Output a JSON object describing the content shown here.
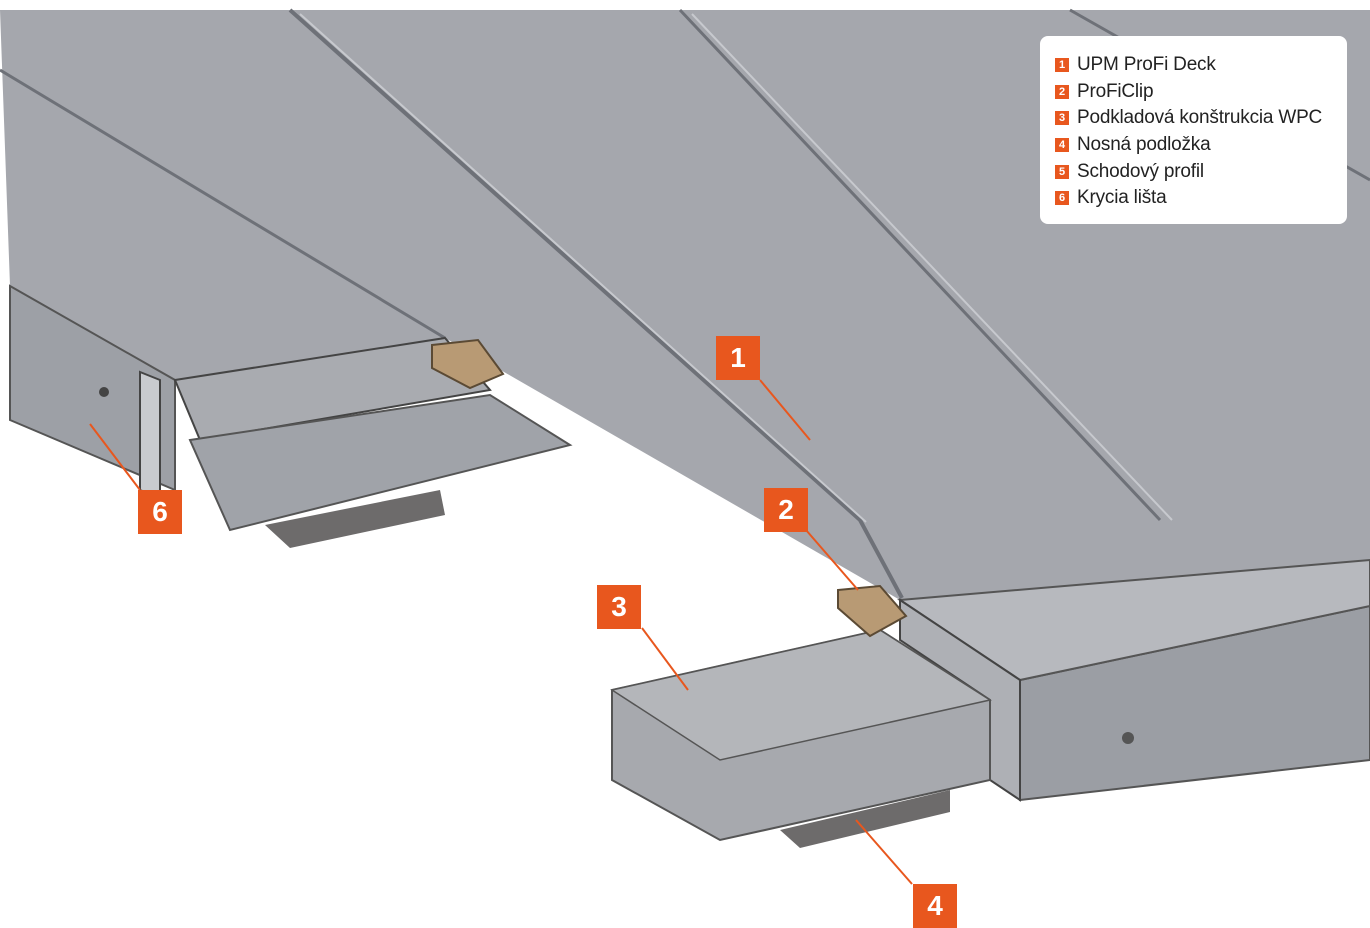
{
  "legend": {
    "items": [
      {
        "num": "1",
        "label": "UPM ProFi Deck"
      },
      {
        "num": "2",
        "label": "ProFiClip"
      },
      {
        "num": "3",
        "label": "Podkladová konštrukcia WPC"
      },
      {
        "num": "4",
        "label": "Nosná podložka"
      },
      {
        "num": "5",
        "label": "Schodový profil"
      },
      {
        "num": "6",
        "label": "Krycia lišta"
      }
    ]
  },
  "callouts": {
    "c1": "1",
    "c2": "2",
    "c3": "3",
    "c4": "4",
    "c6": "6"
  },
  "colors": {
    "accent": "#e8571e",
    "board": "#a6a8ae",
    "board_dark": "#8d9097",
    "clip": "#b89a74",
    "pad": "#6f6d6d"
  }
}
